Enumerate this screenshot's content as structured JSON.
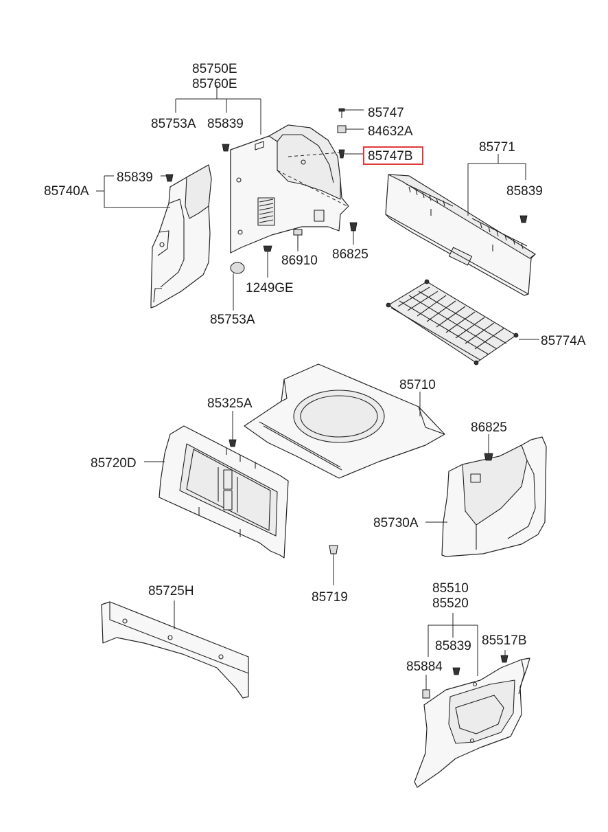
{
  "diagram": {
    "highlight_color": "#e0383b",
    "labels": {
      "p85750E": "85750E",
      "p85760E": "85760E",
      "p85753A_top": "85753A",
      "p85839_top": "85839",
      "p85839_left": "85839",
      "p85740A": "85740A",
      "p85747": "85747",
      "p84632A": "84632A",
      "p85747B": "85747B",
      "p86910": "86910",
      "p86825_top": "86825",
      "p1249GE": "1249GE",
      "p85753A_bot": "85753A",
      "p85771": "85771",
      "p85839_right": "85839",
      "p85774A": "85774A",
      "p85710": "85710",
      "p85325A": "85325A",
      "p85720D": "85720D",
      "p86825_mid": "86825",
      "p85730A": "85730A",
      "p85719": "85719",
      "p85725H": "85725H",
      "p85510": "85510",
      "p85520": "85520",
      "p85839_bot": "85839",
      "p85517B": "85517B",
      "p85884": "85884"
    }
  }
}
